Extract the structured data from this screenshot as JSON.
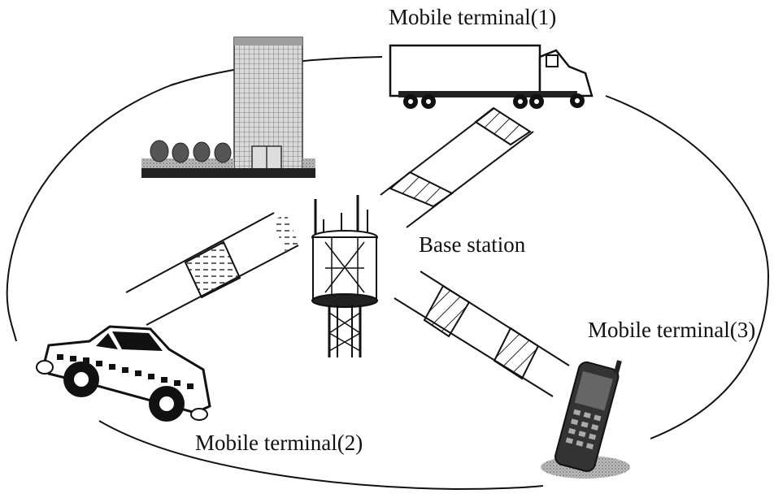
{
  "labels": {
    "mobile_terminal_1": "Mobile terminal(1)",
    "base_station": "Base station",
    "mobile_terminal_2": "Mobile terminal(2)",
    "mobile_terminal_3": "Mobile terminal(3)"
  },
  "icons": {
    "building": "office-building-icon",
    "truck": "truck-icon",
    "tower": "base-station-tower-icon",
    "car": "taxi-car-icon",
    "phone": "mobile-phone-icon"
  }
}
